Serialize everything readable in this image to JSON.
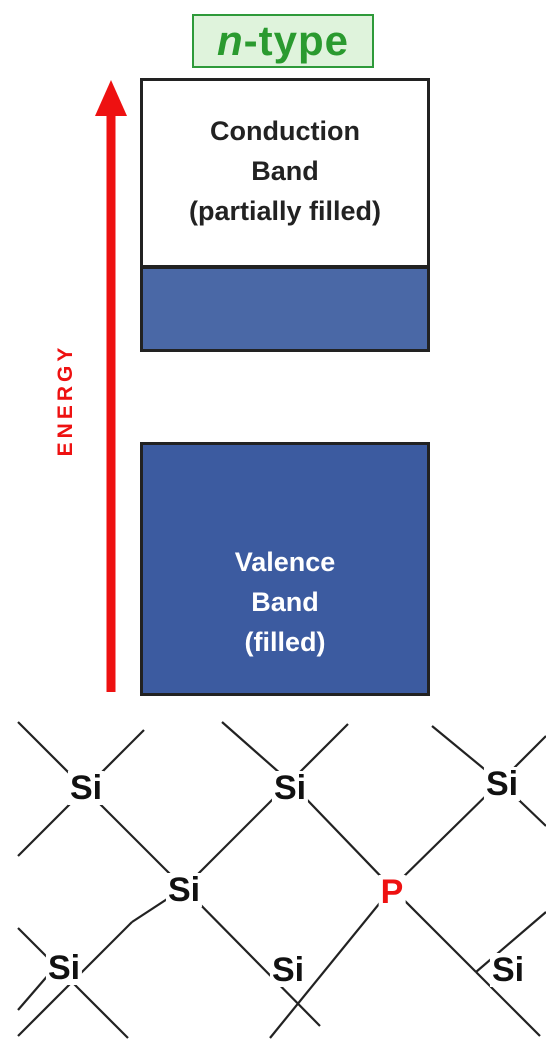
{
  "title": {
    "italic": "n",
    "rest": "-type"
  },
  "colors": {
    "title_green": "#2a9a2f",
    "title_bg": "#dff3dc",
    "band_fill": "#3c5ba0",
    "energy_red": "#ee1111"
  },
  "energy_axis": {
    "label": "ENERGY"
  },
  "bands": {
    "conduction": {
      "lines": [
        "Conduction",
        "Band",
        "(partially filled)"
      ]
    },
    "valence": {
      "lines": [
        "Valence",
        "Band",
        "(filled)"
      ]
    }
  },
  "lattice": {
    "atoms": [
      {
        "symbol": "Si",
        "kind": "silicon"
      },
      {
        "symbol": "Si",
        "kind": "silicon"
      },
      {
        "symbol": "Si",
        "kind": "silicon"
      },
      {
        "symbol": "Si",
        "kind": "silicon"
      },
      {
        "symbol": "P",
        "kind": "dopant"
      },
      {
        "symbol": "Si",
        "kind": "silicon"
      },
      {
        "symbol": "Si",
        "kind": "silicon"
      },
      {
        "symbol": "Si",
        "kind": "silicon"
      }
    ]
  }
}
